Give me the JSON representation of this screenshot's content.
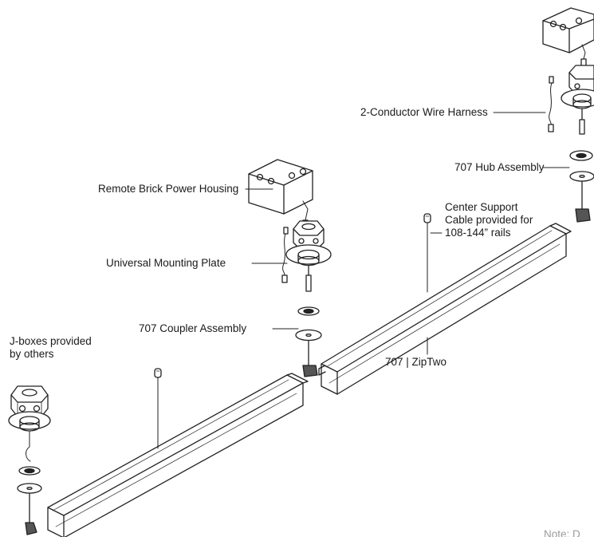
{
  "labels": {
    "jbox": "J-boxes provided\nby others",
    "remote_brick": "Remote Brick Power Housing",
    "universal_plate": "Universal Mounting Plate",
    "coupler": "707 Coupler Assembly",
    "wire_harness": "2-Conductor Wire Harness",
    "hub": "707 Hub Assembly",
    "center_support": "Center Support\nCable provided for\n108-144” rails",
    "product": "707 | ZipTwo",
    "note": "Note: D"
  }
}
